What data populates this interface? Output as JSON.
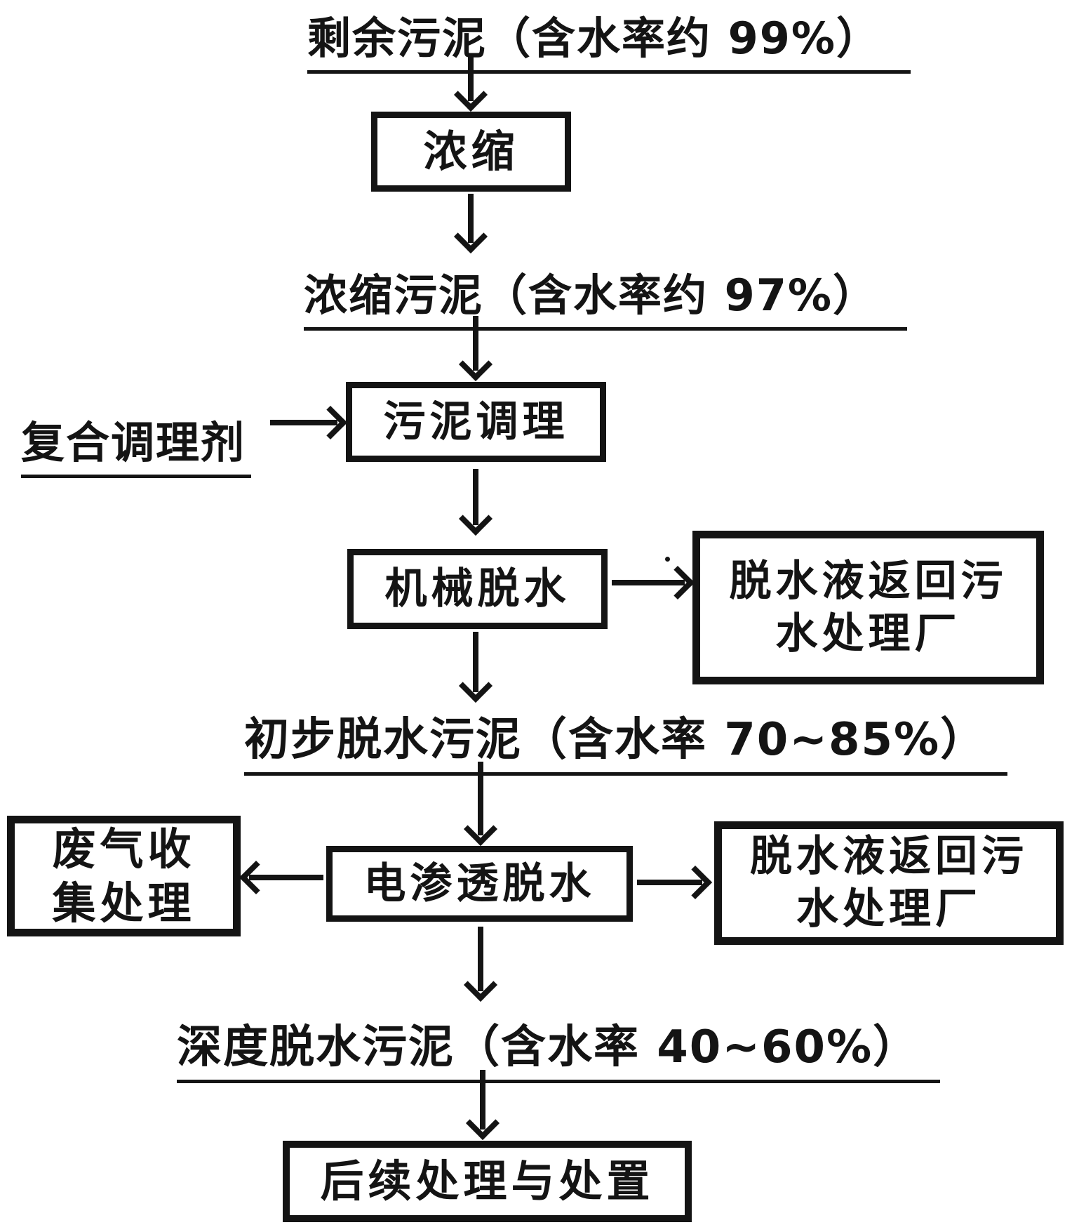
{
  "page": {
    "background": "#ffffff",
    "ink": "#141414"
  },
  "nodes": {
    "surplus_label": "剩余污泥（含水率约 99%）",
    "thicken_box": "浓缩",
    "thickened_label": "浓缩污泥（含水率约 97%）",
    "conditioner_label": "复合调理剂",
    "conditioning_box": "污泥调理",
    "mechanical_box": "机械脱水",
    "return_box_1": {
      "line1": "脱水液返回污",
      "line2": "水处理厂"
    },
    "preliminary_label": "初步脱水污泥（含水率 70~85%）",
    "wastegas_box": {
      "line1": "废气收",
      "line2": "集处理"
    },
    "electro_box": "电渗透脱水",
    "return_box_2": {
      "line1": "脱水液返回污",
      "line2": "水处理厂"
    },
    "deep_label": "深度脱水污泥（含水率 40~60%）",
    "final_box": "后续处理与处置"
  },
  "edges": [
    {
      "from": "surplus_label",
      "to": "thicken_box",
      "direction": "down"
    },
    {
      "from": "thicken_box",
      "to": "thickened_label",
      "direction": "down"
    },
    {
      "from": "thickened_label",
      "to": "conditioning_box",
      "direction": "down"
    },
    {
      "from": "conditioner_label",
      "to": "conditioning_box",
      "direction": "right"
    },
    {
      "from": "conditioning_box",
      "to": "mechanical_box",
      "direction": "down"
    },
    {
      "from": "mechanical_box",
      "to": "return_box_1",
      "direction": "right"
    },
    {
      "from": "mechanical_box",
      "to": "preliminary_label",
      "direction": "down"
    },
    {
      "from": "preliminary_label",
      "to": "electro_box",
      "direction": "down"
    },
    {
      "from": "electro_box",
      "to": "wastegas_box",
      "direction": "left"
    },
    {
      "from": "electro_box",
      "to": "return_box_2",
      "direction": "right"
    },
    {
      "from": "electro_box",
      "to": "deep_label",
      "direction": "down"
    },
    {
      "from": "deep_label",
      "to": "final_box",
      "direction": "down"
    }
  ]
}
